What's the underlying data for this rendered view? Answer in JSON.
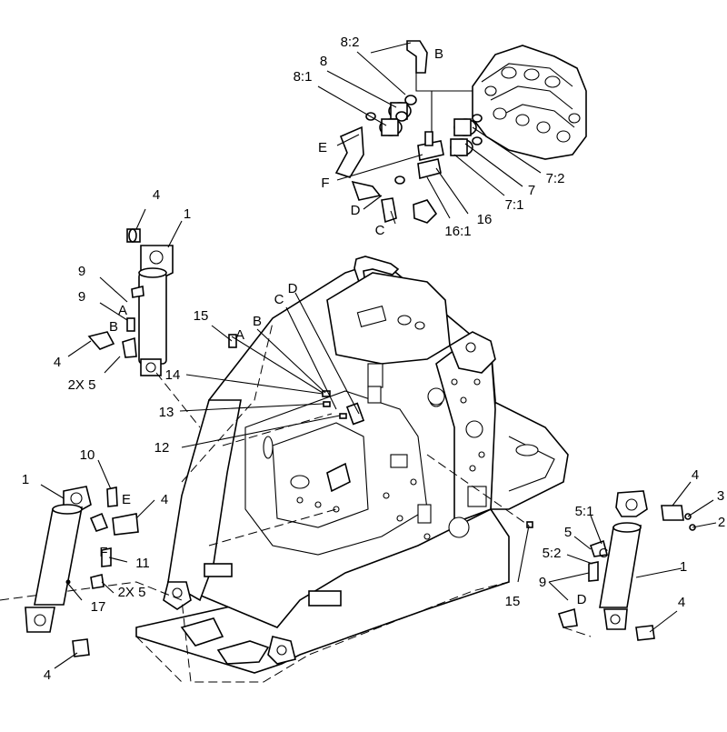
{
  "diagram": {
    "callouts": [
      {
        "id": "c-8-2",
        "text": "8:2"
      },
      {
        "id": "c-b-top",
        "text": "B"
      },
      {
        "id": "c-8",
        "text": "8"
      },
      {
        "id": "c-8-1",
        "text": "8:1"
      },
      {
        "id": "c-e-top",
        "text": "E"
      },
      {
        "id": "c-f-top",
        "text": "F"
      },
      {
        "id": "c-d-top",
        "text": "D"
      },
      {
        "id": "c-c-top",
        "text": "C"
      },
      {
        "id": "c-16-1",
        "text": "16:1"
      },
      {
        "id": "c-16",
        "text": "16"
      },
      {
        "id": "c-7-1",
        "text": "7:1"
      },
      {
        "id": "c-7",
        "text": "7"
      },
      {
        "id": "c-7-2",
        "text": "7:2"
      },
      {
        "id": "c-4-a",
        "text": "4"
      },
      {
        "id": "c-1-a",
        "text": "1"
      },
      {
        "id": "c-9-a",
        "text": "9"
      },
      {
        "id": "c-a-left",
        "text": "A"
      },
      {
        "id": "c-9-b",
        "text": "9"
      },
      {
        "id": "c-b-left",
        "text": "B"
      },
      {
        "id": "c-4-b",
        "text": "4"
      },
      {
        "id": "c-2x5-a",
        "text": "2X 5"
      },
      {
        "id": "c-15-a",
        "text": "15"
      },
      {
        "id": "c-a-mid",
        "text": "A"
      },
      {
        "id": "c-b-mid",
        "text": "B"
      },
      {
        "id": "c-c-mid",
        "text": "C"
      },
      {
        "id": "c-d-mid",
        "text": "D"
      },
      {
        "id": "c-14",
        "text": "14"
      },
      {
        "id": "c-13",
        "text": "13"
      },
      {
        "id": "c-12",
        "text": "12"
      },
      {
        "id": "c-1-b",
        "text": "1"
      },
      {
        "id": "c-10",
        "text": "10"
      },
      {
        "id": "c-e-low",
        "text": "E"
      },
      {
        "id": "c-4-c",
        "text": "4"
      },
      {
        "id": "c-f-low",
        "text": "F"
      },
      {
        "id": "c-11",
        "text": "11"
      },
      {
        "id": "c-2x5-b",
        "text": "2X 5"
      },
      {
        "id": "c-17",
        "text": "17"
      },
      {
        "id": "c-4-d",
        "text": "4"
      },
      {
        "id": "c-4-e",
        "text": "4"
      },
      {
        "id": "c-3",
        "text": "3"
      },
      {
        "id": "c-2",
        "text": "2"
      },
      {
        "id": "c-5-1",
        "text": "5:1"
      },
      {
        "id": "c-5",
        "text": "5"
      },
      {
        "id": "c-c-right",
        "text": "C"
      },
      {
        "id": "c-5-2",
        "text": "5:2"
      },
      {
        "id": "c-9-c",
        "text": "9"
      },
      {
        "id": "c-d-right",
        "text": "D"
      },
      {
        "id": "c-1-c",
        "text": "1"
      },
      {
        "id": "c-15-b",
        "text": "15"
      },
      {
        "id": "c-4-f",
        "text": "4"
      }
    ]
  }
}
